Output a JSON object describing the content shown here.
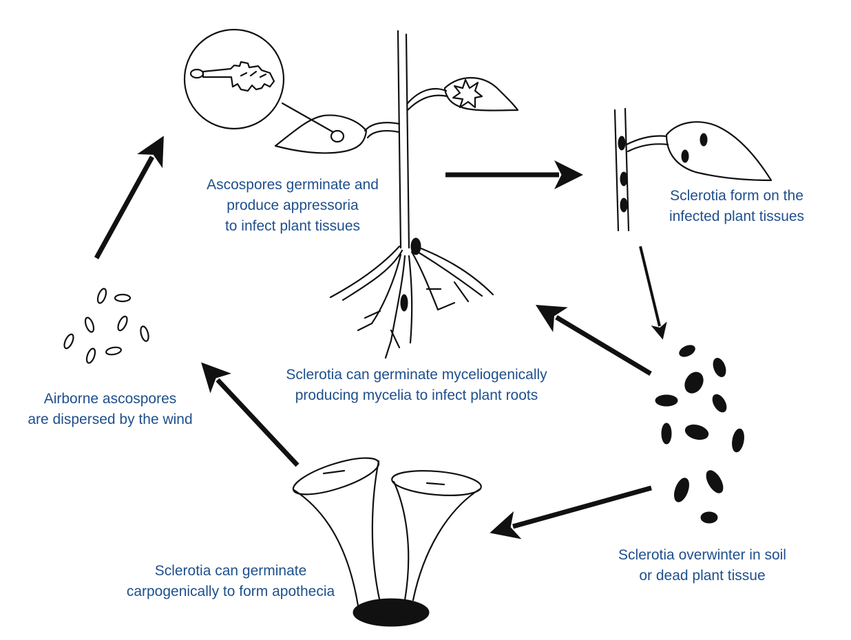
{
  "labels": {
    "ascospores_germinate": [
      "Ascospores germinate and",
      "produce appressoria",
      "to infect plant tissues"
    ],
    "sclerotia_form": [
      "Sclerotia form on the",
      "infected plant tissues"
    ],
    "myceliogenic": [
      "Sclerotia can germinate myceliogenically",
      "producing mycelia to infect plant roots"
    ],
    "airborne": [
      "Airborne ascospores",
      "are dispersed by the wind"
    ],
    "carpogenic": [
      "Sclerotia can germinate",
      "carpogenically to form apothecia"
    ],
    "overwinter": [
      "Sclerotia overwinter in soil",
      "or dead plant tissue"
    ]
  },
  "colors": {
    "label_text": "#1f4f8c",
    "ink": "#111111"
  }
}
